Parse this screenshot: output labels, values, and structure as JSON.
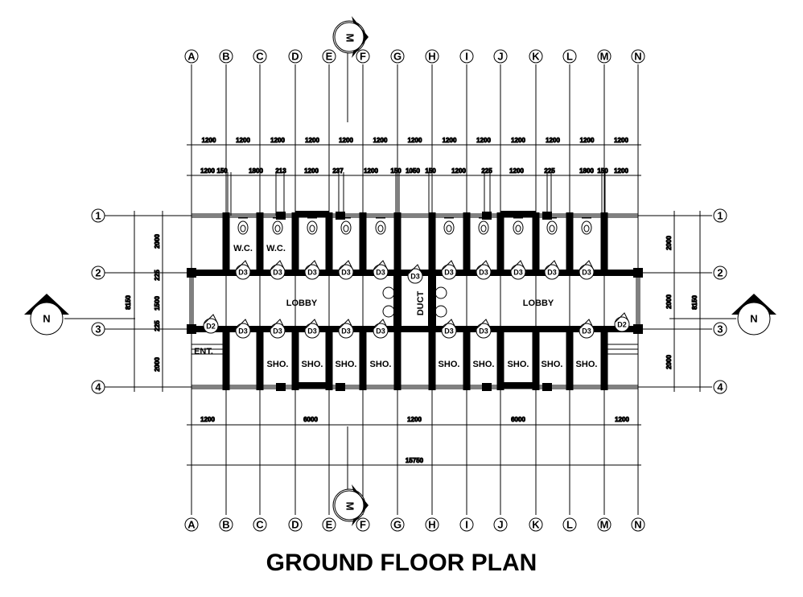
{
  "title": "GROUND FLOOR PLAN",
  "grid": {
    "columns": [
      "A",
      "B",
      "C",
      "D",
      "E",
      "F",
      "G",
      "H",
      "I",
      "J",
      "K",
      "L",
      "M",
      "N"
    ],
    "column_x": [
      238,
      281,
      323,
      367,
      409,
      451,
      494,
      537,
      580,
      622,
      666,
      708,
      751,
      793
    ],
    "rows": [
      "1",
      "2",
      "3",
      "4"
    ],
    "row_y": [
      268,
      339,
      409,
      481
    ]
  },
  "dimensions": {
    "top_row1": [
      "1200",
      "1200",
      "1200",
      "1200",
      "1200",
      "1200",
      "1200",
      "1200",
      "1200",
      "1200",
      "1200",
      "1200",
      "1200"
    ],
    "top_row2": [
      "1200",
      "150",
      "1800",
      "213",
      "1200",
      "237",
      "1200",
      "150",
      "1050",
      "150",
      "1200",
      "225",
      "1200",
      "225",
      "1800",
      "150",
      "1200"
    ],
    "bottom_row1": [
      "1200",
      "6000",
      "1200",
      "6000",
      "1200"
    ],
    "bottom_total": "15750",
    "left_segments": [
      "2000",
      "225",
      "1500",
      "225",
      "2000"
    ],
    "left_total": "8150",
    "right_segments": [
      "2000",
      "2000",
      "2000"
    ],
    "right_total": "8150"
  },
  "rooms": {
    "wc": [
      "W.C.",
      "W.C."
    ],
    "lobby_left": "LOBBY",
    "lobby_right": "LOBBY",
    "duct": "DUCT",
    "entrance": "ENT.",
    "shower": [
      "SHO.",
      "SHO.",
      "SHO.",
      "SHO.",
      "SHO.",
      "SHO.",
      "SHO.",
      "SHO.",
      "SHO."
    ]
  },
  "doors": {
    "top_left": [
      "D3",
      "D3",
      "D3",
      "D3",
      "D3"
    ],
    "duct": "D3",
    "top_right": [
      "D3",
      "D3",
      "D3",
      "D3",
      "D3"
    ],
    "bottom_left": [
      "D3",
      "D3",
      "D3",
      "D3",
      "D3"
    ],
    "bottom_right": [
      "D3",
      "D3",
      "D3"
    ],
    "entry_left": "D2",
    "entry_right": "D2"
  },
  "section_markers": {
    "top": "M",
    "bottom": "M",
    "left": "N",
    "right": "N"
  }
}
